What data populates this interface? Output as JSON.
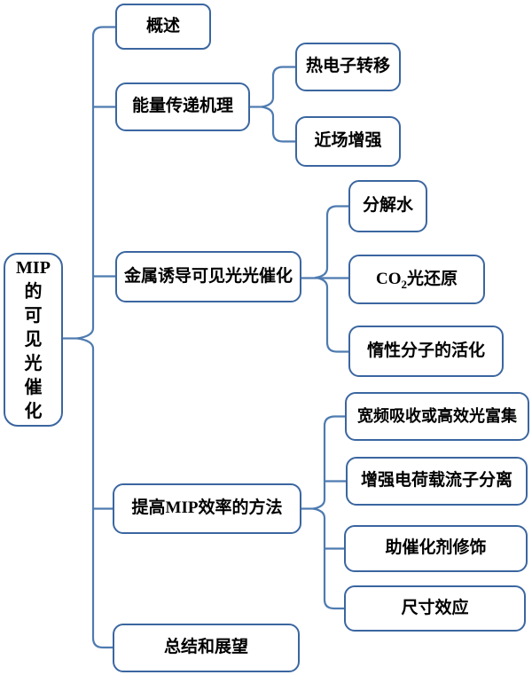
{
  "diagram_title": "MIP visible-light photocatalysis mind map",
  "colors": {
    "box_border": "#3b66a0",
    "connector_line": "#4e7bb0",
    "text": "#000000",
    "background": "#ffffff"
  },
  "root": {
    "label": "MIP\n的\n可\n见\n光\n催\n化"
  },
  "branches": [
    {
      "label": "概述",
      "children": []
    },
    {
      "label": "能量传递机理",
      "children": [
        {
          "label": "热电子转移"
        },
        {
          "label": "近场增强"
        }
      ]
    },
    {
      "label": "金属诱导可见光光催化",
      "children": [
        {
          "label": "分解水"
        },
        {
          "label_prefix": "CO",
          "label_sub": "2",
          "label_suffix": "光还原"
        },
        {
          "label": "惰性分子的活化"
        }
      ]
    },
    {
      "label": "提高MIP效率的方法",
      "children": [
        {
          "label": "宽频吸收或高效光富集"
        },
        {
          "label": "增强电荷载流子分离"
        },
        {
          "label": "助催化剂修饰"
        },
        {
          "label": "尺寸效应"
        }
      ]
    },
    {
      "label": "总结和展望",
      "children": []
    }
  ]
}
